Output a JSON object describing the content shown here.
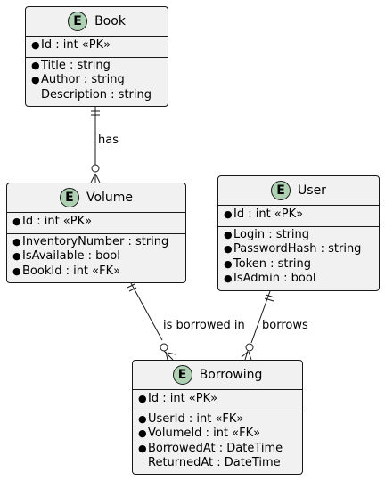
{
  "entities": {
    "book": {
      "badge": "E",
      "name": "Book",
      "keys": [
        {
          "marker": "●",
          "text": "Id : int «PK»"
        }
      ],
      "fields": [
        {
          "marker": "●",
          "text": "Title : string"
        },
        {
          "marker": "●",
          "text": "Author : string"
        },
        {
          "marker": "",
          "text": "Description : string"
        }
      ]
    },
    "volume": {
      "badge": "E",
      "name": "Volume",
      "keys": [
        {
          "marker": "●",
          "text": "Id : int «PK»"
        }
      ],
      "fields": [
        {
          "marker": "●",
          "text": "InventoryNumber : string"
        },
        {
          "marker": "●",
          "text": "IsAvailable : bool"
        },
        {
          "marker": "●",
          "text": "BookId : int «FK»"
        }
      ]
    },
    "user": {
      "badge": "E",
      "name": "User",
      "keys": [
        {
          "marker": "●",
          "text": "Id : int «PK»"
        }
      ],
      "fields": [
        {
          "marker": "●",
          "text": "Login : string"
        },
        {
          "marker": "●",
          "text": "PasswordHash : string"
        },
        {
          "marker": "●",
          "text": "Token : string"
        },
        {
          "marker": "●",
          "text": "IsAdmin : bool"
        }
      ]
    },
    "borrowing": {
      "badge": "E",
      "name": "Borrowing",
      "keys": [
        {
          "marker": "●",
          "text": "Id : int «PK»"
        }
      ],
      "fields": [
        {
          "marker": "●",
          "text": "UserId : int «FK»"
        },
        {
          "marker": "●",
          "text": "VolumeId : int «FK»"
        },
        {
          "marker": "●",
          "text": "BorrowedAt : DateTime"
        },
        {
          "marker": "",
          "text": "ReturnedAt : DateTime"
        }
      ]
    }
  },
  "relations": {
    "book_volume": "has",
    "volume_borrowing": "is borrowed in",
    "user_borrowing": "borrows"
  },
  "colors": {
    "entity_fill": "#f1f1f1",
    "badge_fill": "#add1b2",
    "line": "#181818"
  }
}
